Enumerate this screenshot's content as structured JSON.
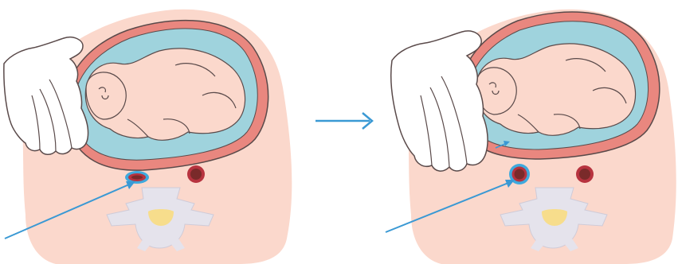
{
  "figure": {
    "panels": [
      {
        "id": "before",
        "compression_state": "vena-cava-compressed"
      },
      {
        "id": "after",
        "compression_state": "vena-cava-relieved"
      }
    ],
    "transition": {
      "icon": "right-arrow-icon"
    },
    "colors": {
      "abdomen": "#fbd8cc",
      "uterus_wall": "#e9877f",
      "uterus_outline": "#5a4a4a",
      "amniotic_fluid": "#9fd3dd",
      "fetus": "#fbd8cc",
      "hand": "#ffffff",
      "spine": "#e5e3ec",
      "spinal_canal": "#f7dd8c",
      "vessel_fill": "#7a2a2a",
      "vessel_ring": "#b7333f",
      "highlight": "#3fa9dd",
      "arrow": "#3a99d4"
    }
  }
}
